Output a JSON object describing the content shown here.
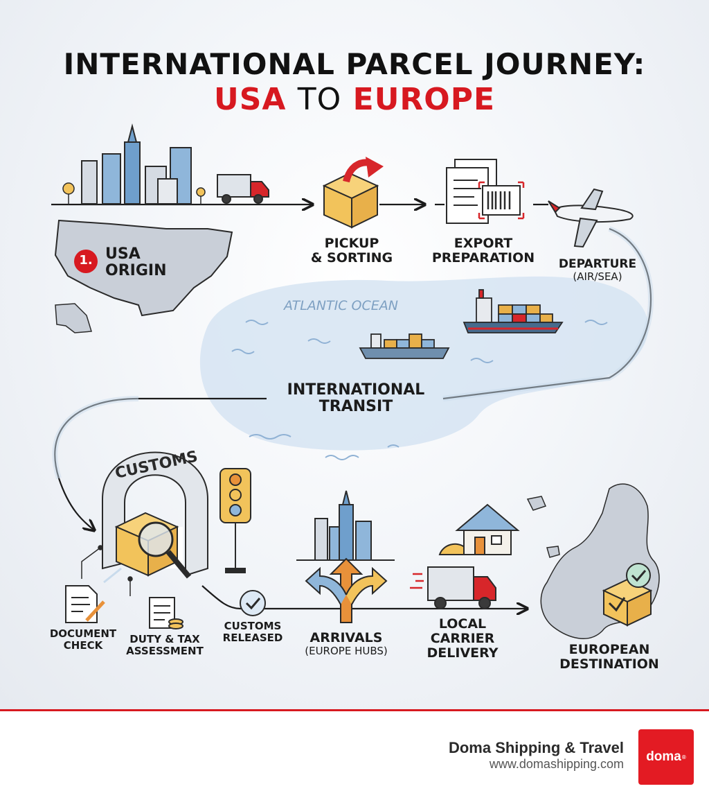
{
  "title": {
    "line1": "INTERNATIONAL PARCEL JOURNEY:",
    "origin": "USA",
    "connector": "TO",
    "destination": "EUROPE"
  },
  "steps": {
    "usa_origin": {
      "number": "1.",
      "line1": "USA",
      "line2": "ORIGIN"
    },
    "pickup": {
      "line1": "PICKUP",
      "line2": "& SORTING"
    },
    "export": {
      "line1": "EXPORT",
      "line2": "PREPARATION"
    },
    "departure": {
      "line1": "DEPARTURE",
      "line2": "(AIR/SEA)"
    },
    "transit": {
      "line1": "INTERNATIONAL",
      "line2": "TRANSIT"
    },
    "customs_arch": "CUSTOMS",
    "document_check": {
      "line1": "DOCUMENT",
      "line2": "CHECK"
    },
    "duty_tax": {
      "line1": "DUTY & TAX",
      "line2": "ASSESSMENT"
    },
    "customs_released": {
      "line1": "CUSTOMS",
      "line2": "RELEASED"
    },
    "arrivals": {
      "line1": "ARRIVALS",
      "line2": "(EUROPE HUBS)"
    },
    "local_delivery": {
      "line1": "LOCAL",
      "line2": "CARRIER",
      "line3": "DELIVERY"
    },
    "destination": {
      "line1": "EUROPEAN",
      "line2": "DESTINATION"
    }
  },
  "ocean_label": "ATLANTIC OCEAN",
  "footer": {
    "company": "Doma Shipping & Travel",
    "url": "www.domashipping.com",
    "logo_text": "doma",
    "logo_mark": "®"
  },
  "colors": {
    "accent": "#d71920",
    "ocean": "#d6e4f2",
    "box": "#f2c35b",
    "building": "#7fa8cf",
    "truck_cab": "#d7262a"
  }
}
